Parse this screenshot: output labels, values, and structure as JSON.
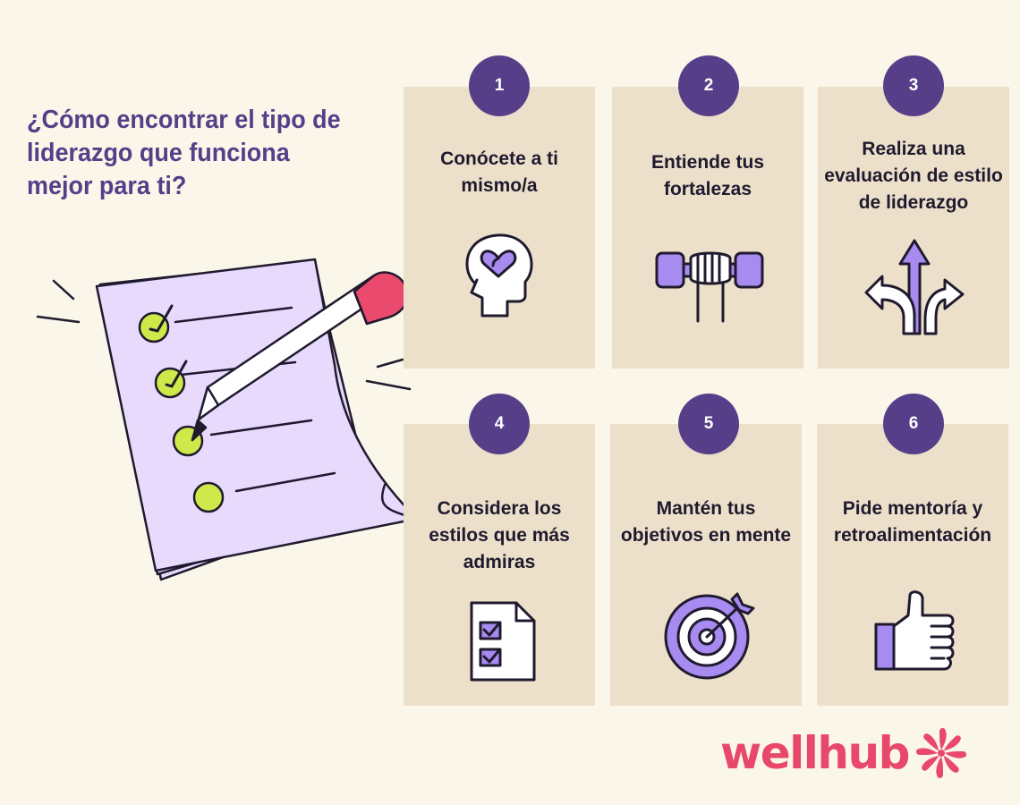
{
  "title": "¿Cómo encontrar el tipo de liderazgo que funciona mejor para ti?",
  "steps": [
    {
      "number": "1",
      "text": "Conócete a ti mismo/a",
      "icon": "head-heart-icon"
    },
    {
      "number": "2",
      "text": "Entiende tus fortalezas",
      "icon": "dumbbell-fist-icon"
    },
    {
      "number": "3",
      "text": "Realiza una evaluación de estilo de liderazgo",
      "icon": "direction-arrows-icon"
    },
    {
      "number": "4",
      "text": "Considera los estilos que más admiras",
      "icon": "checklist-document-icon"
    },
    {
      "number": "5",
      "text": "Mantén tus objetivos en mente",
      "icon": "target-arrow-icon"
    },
    {
      "number": "6",
      "text": "Pide mentoría y retroalimentación",
      "icon": "thumbs-up-icon"
    }
  ],
  "logo": {
    "text": "wellhub",
    "icon": "wellhub-swirl-icon"
  },
  "colors": {
    "background": "#faf6ea",
    "card": "#ede0cb",
    "badge": "#563f88",
    "title": "#563f88",
    "icon_fill": "#a78bf0",
    "brand": "#e8486a",
    "check": "#cfe84a"
  }
}
